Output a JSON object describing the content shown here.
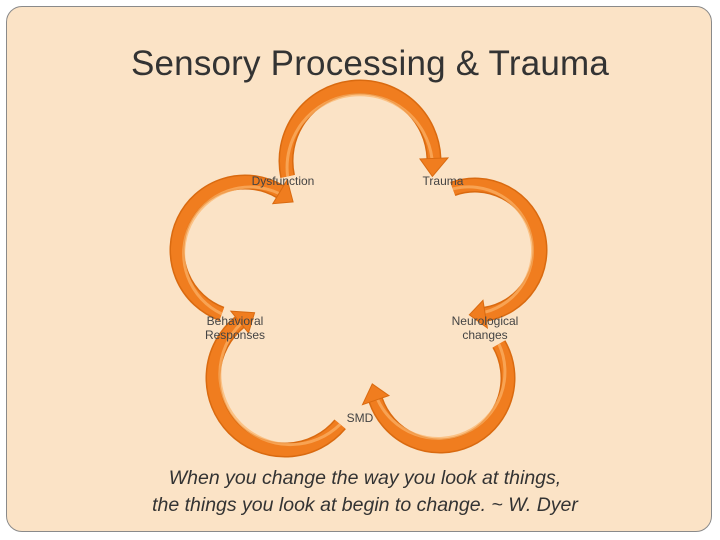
{
  "slide": {
    "title": "Sensory Processing & Trauma",
    "quote_line1": "When you change the way you look at things,",
    "quote_line2": "the things you look at begin to change.  ~ W. Dyer"
  },
  "cycle": {
    "nodes": [
      {
        "id": "dysfunction",
        "line1": "Dysfunction",
        "line2": ""
      },
      {
        "id": "trauma",
        "line1": "Trauma",
        "line2": ""
      },
      {
        "id": "neurological",
        "line1": "Neurological",
        "line2": "changes"
      },
      {
        "id": "smd",
        "line1": "SMD",
        "line2": ""
      },
      {
        "id": "behavioral",
        "line1": "Behavioral",
        "line2": "Responses"
      }
    ],
    "arrow_color": "#f07d1f",
    "arrow_highlight": "#fbb36a",
    "arrow_shadow": "#d96a10"
  }
}
